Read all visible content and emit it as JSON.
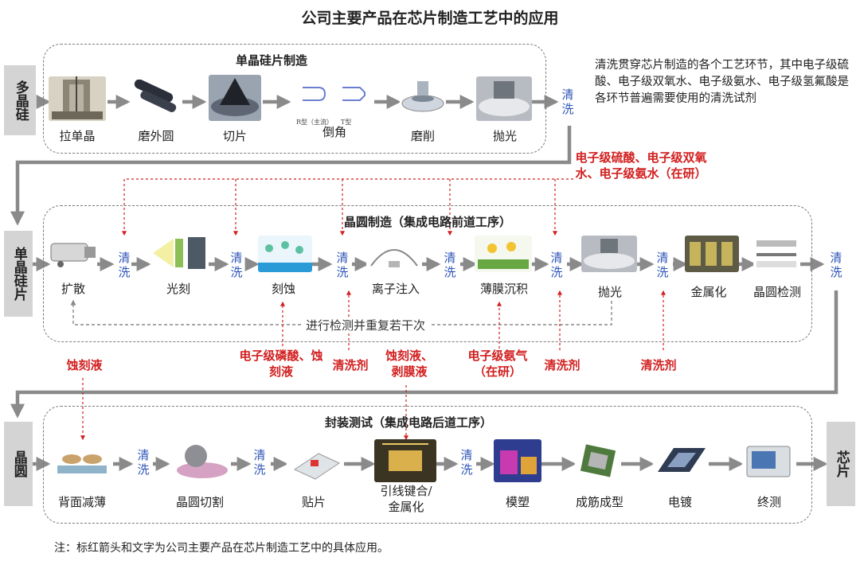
{
  "title": "公司主要产品在芯片制造工艺中的应用",
  "stage1": {
    "title": "单晶硅片制造",
    "input_label": "多晶硅",
    "steps": [
      "拉单晶",
      "磨外圆",
      "切片",
      "倒角",
      "磨削",
      "抛光"
    ],
    "wash": "清洗",
    "chamfer_labels": [
      "R型（主流）",
      "T型"
    ]
  },
  "stage2": {
    "title": "晶圆制造（集成电路前道工序）",
    "input_label": "单晶硅片",
    "steps": [
      "扩散",
      "光刻",
      "刻蚀",
      "离子注入",
      "薄膜沉积",
      "抛光",
      "金属化",
      "晶圆检测"
    ],
    "wash": "清洗",
    "loop_text": "进行检测并重复若干次"
  },
  "stage3": {
    "title": "封装测试（集成电路后道工序）",
    "input_label": "晶圆",
    "output_label": "芯片",
    "steps": [
      "背面减薄",
      "晶圆切割",
      "贴片",
      "引线键合/金属化",
      "模塑",
      "成筋成型",
      "电镀",
      "终测"
    ],
    "wash": "清洗"
  },
  "note_top": "清洗贯穿芯片制造的各个工艺环节，其中电子级硫酸、电子级双氧水、电子级氨水、电子级氢氟酸是各环节普遍需要使用的清洗试剂",
  "red_notes": {
    "top": "电子级硫酸、电子级双氧水、电子级氨水（在研）",
    "etch_chem": "电子级磷酸、蚀刻液",
    "clean1": "清洗剂",
    "etch_strip": "蚀刻液、剥膜液",
    "ammonia_gas": "电子级氨气（在研）",
    "clean2": "清洗剂",
    "clean3": "清洗剂",
    "etchant": "蚀刻液"
  },
  "footer": "注：标红箭头和文字为公司主要产品在芯片制造工艺中的具体应用。",
  "colors": {
    "wash": "#2f56b8",
    "red": "#d21f1f",
    "arrow_gray": "#8a8a8a",
    "label_bg": "#d4d4d4"
  }
}
